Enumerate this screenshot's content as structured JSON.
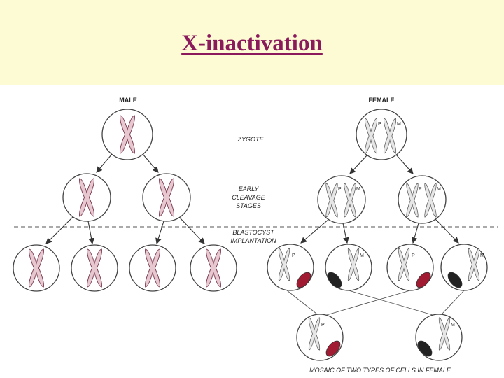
{
  "slide": {
    "title": "X-inactivation",
    "header_bg": "#fdfbd3",
    "title_color": "#8b1a5c"
  },
  "diagram": {
    "male_label": "MALE",
    "female_label": "FEMALE",
    "stage_zygote": "ZYGOTE",
    "stage_early_1": "EARLY",
    "stage_early_2": "CLEAVAGE",
    "stage_early_3": "STAGES",
    "stage_blast_1": "BLASTOCYST",
    "stage_blast_2": "IMPLANTATION",
    "caption": "MOSAIC OF TWO TYPES OF CELLS IN FEMALE",
    "paternal_mark": "P",
    "maternal_mark": "M",
    "colors": {
      "male_x_fill": "#e7c7d0",
      "female_x_fill": "#e6e6e6",
      "paternal_barr_body": "#a11c33",
      "maternal_barr_body": "#222222"
    }
  }
}
